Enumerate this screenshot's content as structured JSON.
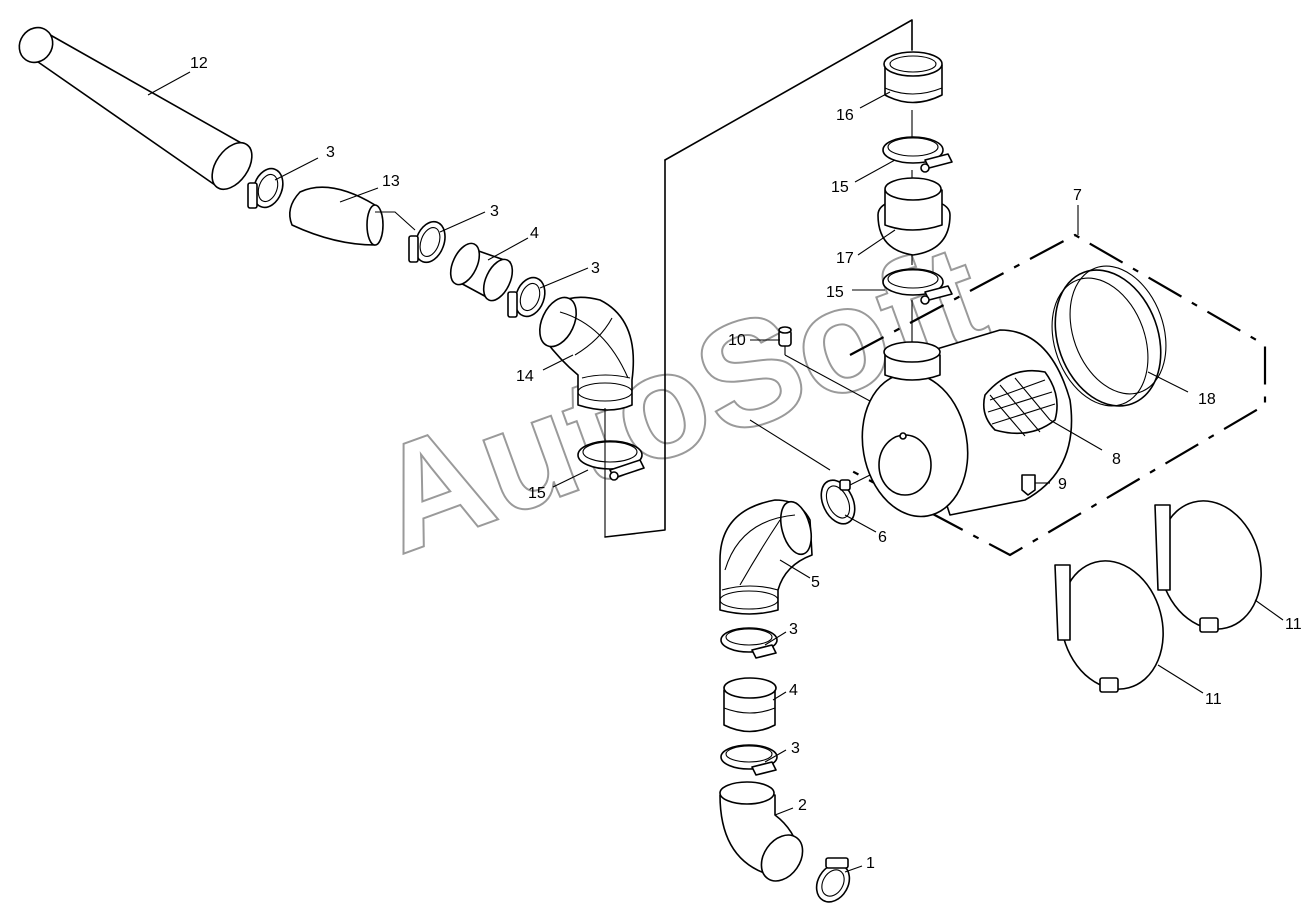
{
  "watermark": "AutoSoft",
  "callouts": {
    "c1": "1",
    "c2": "2",
    "c3a": "3",
    "c3b": "3",
    "c3c": "3",
    "c3d": "3",
    "c3e": "3",
    "c4a": "4",
    "c4b": "4",
    "c5": "5",
    "c6": "6",
    "c7": "7",
    "c8": "8",
    "c9": "9",
    "c10": "10",
    "c11a": "11",
    "c11b": "11",
    "c12": "12",
    "c13": "13",
    "c14": "14",
    "c15a": "15",
    "c15b": "15",
    "c15c": "15",
    "c16": "16",
    "c17": "17",
    "c18": "18"
  }
}
